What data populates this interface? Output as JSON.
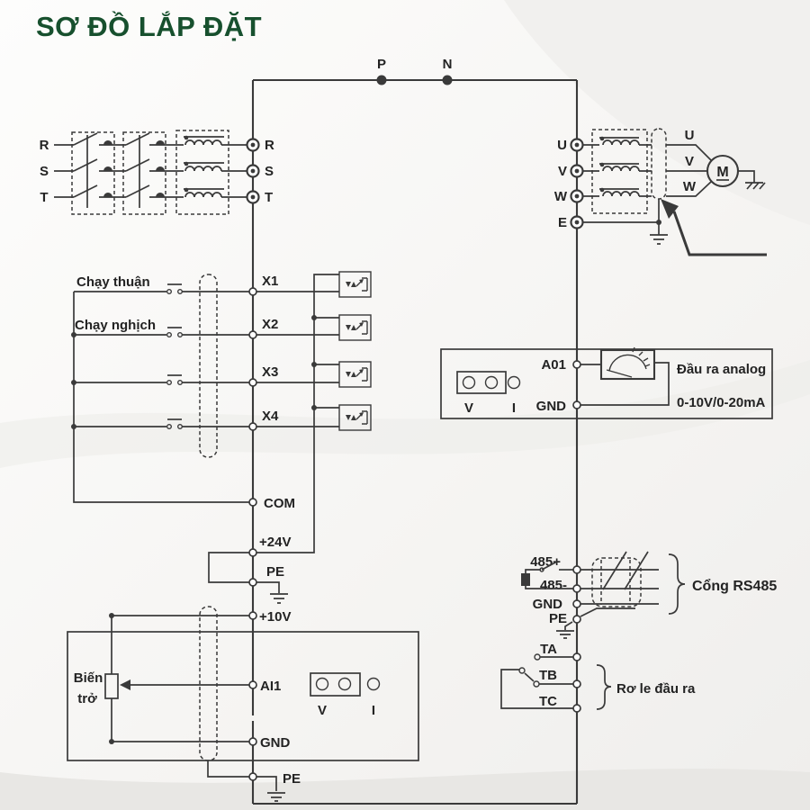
{
  "title": "SƠ ĐỒ LẮP ĐẶT",
  "colors": {
    "title": "#17502e",
    "line": "#3a3a3a",
    "text": "#232323"
  },
  "dc_bus": {
    "p": "P",
    "n": "N"
  },
  "input": {
    "source": [
      "R",
      "S",
      "T"
    ],
    "terminals": [
      "R",
      "S",
      "T"
    ]
  },
  "output": {
    "terminals": [
      "U",
      "V",
      "W",
      "E"
    ],
    "wires": [
      "U",
      "V",
      "W"
    ],
    "motor": "M"
  },
  "digital": {
    "forward": "Chạy thuận",
    "reverse": "Chạy nghịch",
    "x": [
      "X1",
      "X2",
      "X3",
      "X4"
    ],
    "com": "COM",
    "p24": "+24V",
    "pe": "PE"
  },
  "analog_out": {
    "a01": "A01",
    "gnd": "GND",
    "v": "V",
    "i": "I",
    "title": "Đầu ra analog",
    "range": "0-10V/0-20mA"
  },
  "analog_in": {
    "p10": "+10V",
    "pot1": "Biến",
    "pot2": "trở",
    "ai1": "AI1",
    "v": "V",
    "i": "I",
    "gnd": "GND",
    "pe": "PE"
  },
  "rs485": {
    "plus": "485+",
    "minus": "485-",
    "gnd": "GND",
    "pe": "PE",
    "label": "Cổng RS485"
  },
  "relay": {
    "ta": "TA",
    "tb": "TB",
    "tc": "TC",
    "label": "Rơ le đầu ra"
  }
}
